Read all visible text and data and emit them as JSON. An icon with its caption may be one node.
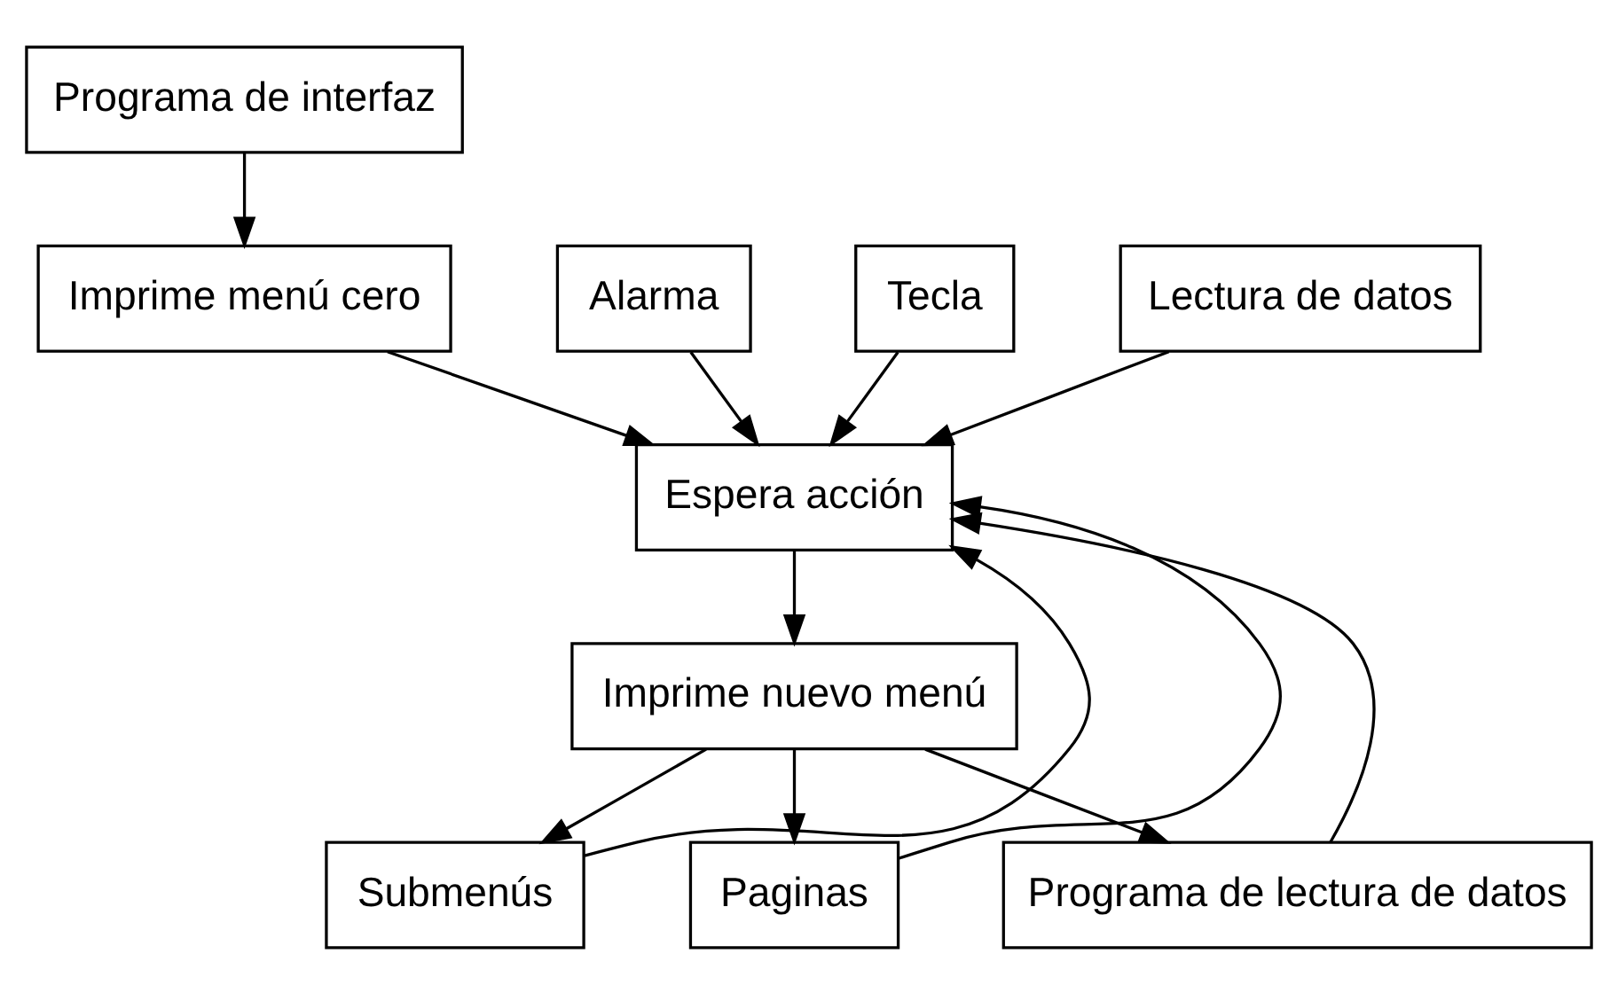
{
  "diagram": {
    "nodes": [
      {
        "text": [
          "Programa de interfaz"
        ]
      },
      {
        "text": [
          "Alarma"
        ]
      },
      {
        "text": [
          "Tecla"
        ]
      },
      {
        "text": [
          "Imprime menú cero"
        ]
      },
      {
        "text": [
          "Lectura de datos"
        ]
      },
      {
        "text": [
          "Espera acción"
        ]
      },
      {
        "text": [
          "Imprime nuevo menú"
        ]
      },
      {
        "text": [
          "Submenús"
        ]
      },
      {
        "text": [
          "Paginas"
        ]
      },
      {
        "text": [
          "Programa de lectura de datos"
        ]
      }
    ],
    "edges": [
      {
        "from": 0,
        "to": 3,
        "arrow": "to"
      },
      {
        "from": 1,
        "to": 5,
        "arrow": "to"
      },
      {
        "from": 2,
        "to": 5,
        "arrow": "to"
      },
      {
        "from": 3,
        "to": 5,
        "arrow": "to"
      },
      {
        "from": 4,
        "to": 5,
        "arrow": "to"
      },
      {
        "from": 5,
        "to": 6,
        "arrow": "to"
      },
      {
        "from": 6,
        "to": 7,
        "arrow": "to"
      },
      {
        "from": 6,
        "to": 8,
        "arrow": "to"
      },
      {
        "from": 6,
        "to": 9,
        "arrow": "to"
      },
      {
        "from": 8,
        "to": 5,
        "arrow": "to"
      },
      {
        "from": 7,
        "to": 5,
        "arrow": "to"
      },
      {
        "from": 9,
        "to": 5,
        "arrow": "to"
      }
    ]
  }
}
